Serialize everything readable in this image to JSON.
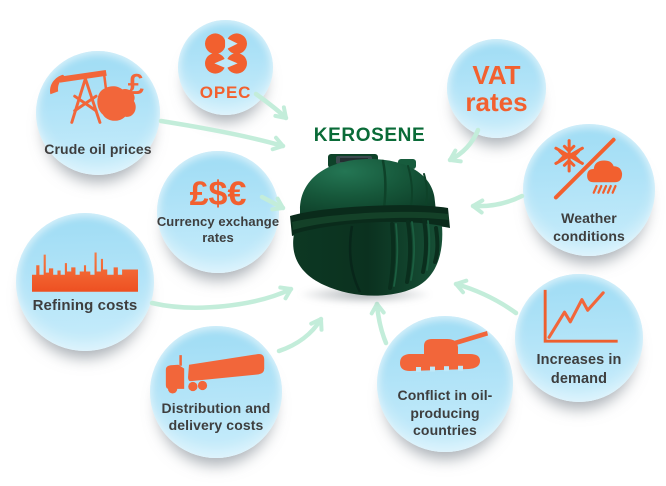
{
  "title": "KEROSENE",
  "center": {
    "object": "kerosene-storage-tank"
  },
  "colors": {
    "bubble_blue": "#aee2f7",
    "accent_orange": "#f2602f",
    "label_dark": "#3e3e3e",
    "title_green": "#0a6b38",
    "arrow_mint": "#c3edda",
    "tank_green_dark": "#0b311f",
    "tank_green_light": "#1d6a47"
  },
  "factors": [
    {
      "label": "Crude oil prices",
      "icon": "oil-pump-jack-icon",
      "icon_symbol": "£"
    },
    {
      "label": "OPEC",
      "icon": "opec-logo-icon"
    },
    {
      "label": "Currency exchange rates",
      "icon_text": "£$€"
    },
    {
      "label": "VAT rates"
    },
    {
      "label": "Weather conditions",
      "icon": "snow-rain-weather-icon"
    },
    {
      "label": "Refining costs",
      "icon": "refinery-icon"
    },
    {
      "label": "Distribution and delivery costs",
      "icon": "tanker-truck-icon"
    },
    {
      "label": "Conflict in oil-producing countries",
      "icon": "military-tank-icon"
    },
    {
      "label": "Increases in demand",
      "icon": "line-chart-icon"
    }
  ]
}
